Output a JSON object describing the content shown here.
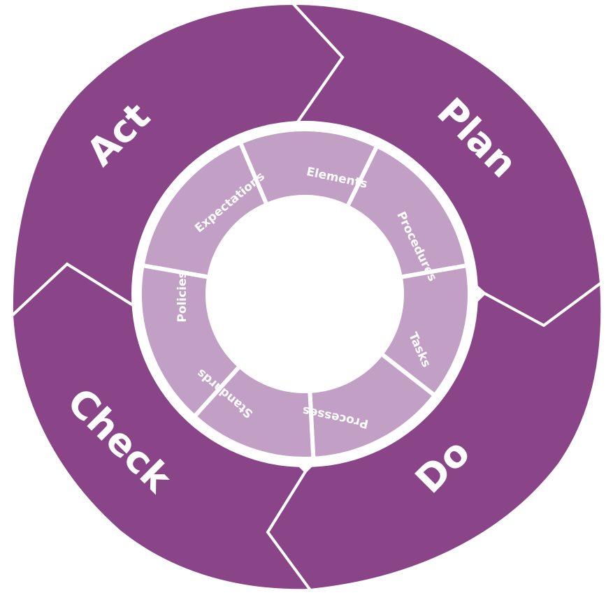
{
  "colors": {
    "outer": "#8a4589",
    "inner": "#c29fc4",
    "background": "#ffffff",
    "text": "#ffffff"
  },
  "outer_segments": [
    {
      "label": "Plan"
    },
    {
      "label": "Do"
    },
    {
      "label": "Check"
    },
    {
      "label": "Act"
    }
  ],
  "inner_segments": [
    {
      "label": "Elements"
    },
    {
      "label": "Procedures"
    },
    {
      "label": "Tasks"
    },
    {
      "label": "Processes"
    },
    {
      "label": "Standards"
    },
    {
      "label": "Policies"
    },
    {
      "label": "Expectations"
    }
  ]
}
